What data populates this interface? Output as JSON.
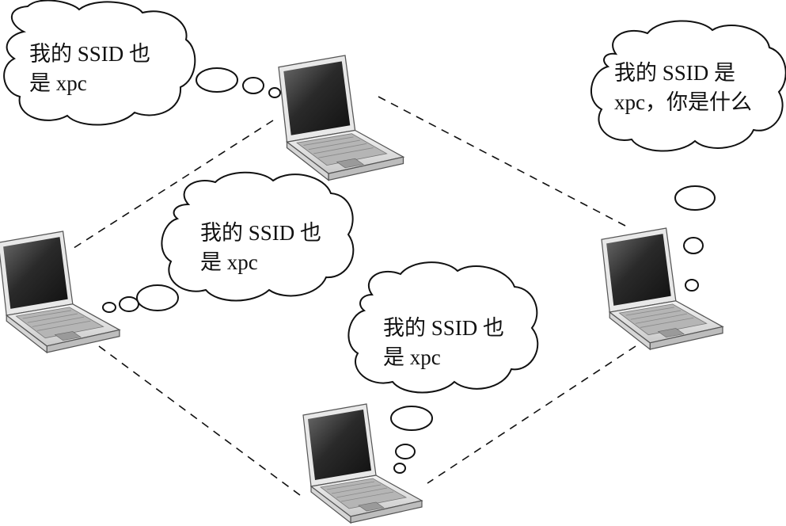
{
  "diagram": {
    "colors": {
      "line": "#111111",
      "background": "#ffffff",
      "laptop_body": "#e6e6e6",
      "laptop_screen": "#2e2e2e"
    },
    "nodes": [
      {
        "id": "laptop-top",
        "icon": "laptop-icon"
      },
      {
        "id": "laptop-left",
        "icon": "laptop-icon"
      },
      {
        "id": "laptop-right",
        "icon": "laptop-icon"
      },
      {
        "id": "laptop-bottom",
        "icon": "laptop-icon"
      }
    ],
    "links": [
      {
        "from": "laptop-top",
        "to": "laptop-left",
        "style": "dashed"
      },
      {
        "from": "laptop-top",
        "to": "laptop-right",
        "style": "dashed"
      },
      {
        "from": "laptop-left",
        "to": "laptop-bottom",
        "style": "dashed"
      },
      {
        "from": "laptop-right",
        "to": "laptop-bottom",
        "style": "dashed"
      }
    ],
    "bubbles": {
      "top_left": {
        "line1": "我的 SSID 也",
        "line2": "是 xpc"
      },
      "middle": {
        "line1": "我的 SSID 也",
        "line2": "是 xpc"
      },
      "bottom": {
        "line1": "我的 SSID 也",
        "line2": "是 xpc"
      },
      "right": {
        "line1": "我的 SSID 是",
        "line2": "xpc，你是什么"
      }
    }
  }
}
